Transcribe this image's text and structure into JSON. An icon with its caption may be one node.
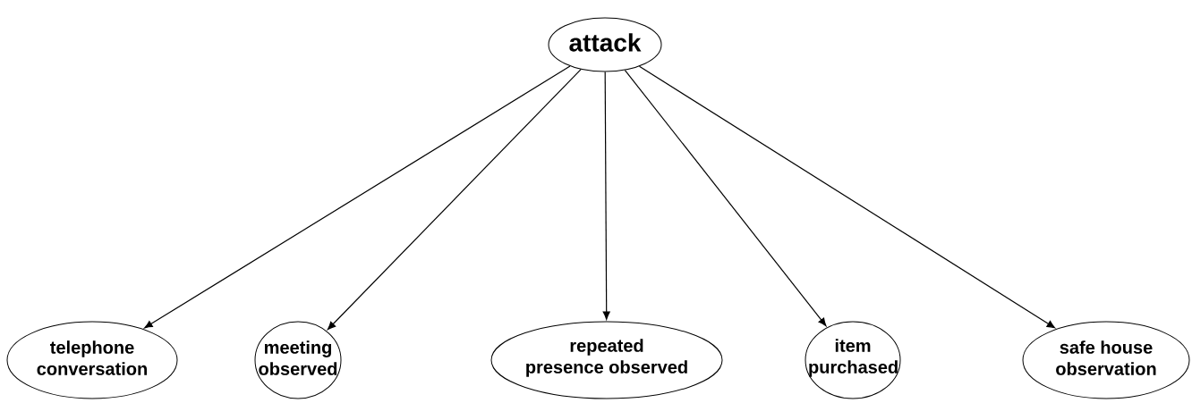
{
  "diagram": {
    "nodes": [
      {
        "text": [
          "attack"
        ]
      },
      {
        "text": [
          "telephone conversation"
        ]
      },
      {
        "text": [
          "meeting observed"
        ]
      },
      {
        "text": [
          "repeated presence observed"
        ]
      },
      {
        "text": [
          "item purchased"
        ]
      },
      {
        "text": [
          "safe house observation"
        ]
      }
    ],
    "edges": [
      {
        "from": 0,
        "to": 1,
        "arrow": "to"
      },
      {
        "from": 0,
        "to": 2,
        "arrow": "to"
      },
      {
        "from": 0,
        "to": 3,
        "arrow": "to"
      },
      {
        "from": 0,
        "to": 4,
        "arrow": "to"
      },
      {
        "from": 0,
        "to": 5,
        "arrow": "to"
      }
    ]
  }
}
